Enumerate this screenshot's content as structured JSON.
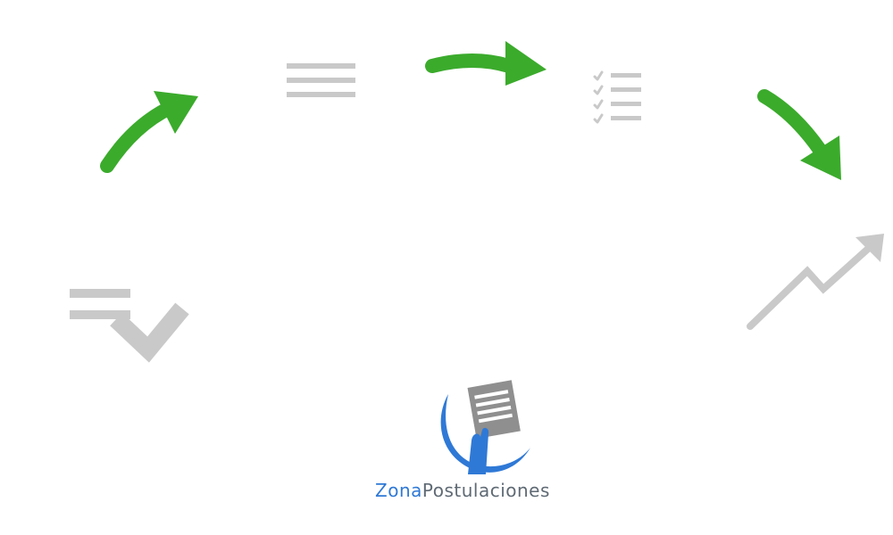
{
  "brand": {
    "name_part1": "Zona",
    "name_part2": "Postulaciones",
    "colors": {
      "primary_blue": "#2f79d6",
      "text_gray": "#5f6a74"
    }
  },
  "diagram": {
    "arrow_color": "#3bab2c",
    "icon_color": "#c9c9c9",
    "steps": [
      {
        "icon": "checklist-done-icon"
      },
      {
        "icon": "document-lines-icon"
      },
      {
        "icon": "checklist-icon"
      },
      {
        "icon": "trending-up-icon"
      }
    ],
    "connectors": [
      {
        "icon": "curved-arrow-icon",
        "from": 0,
        "to": 1
      },
      {
        "icon": "curved-arrow-icon",
        "from": 1,
        "to": 2
      },
      {
        "icon": "curved-arrow-icon",
        "from": 2,
        "to": 3
      }
    ]
  }
}
